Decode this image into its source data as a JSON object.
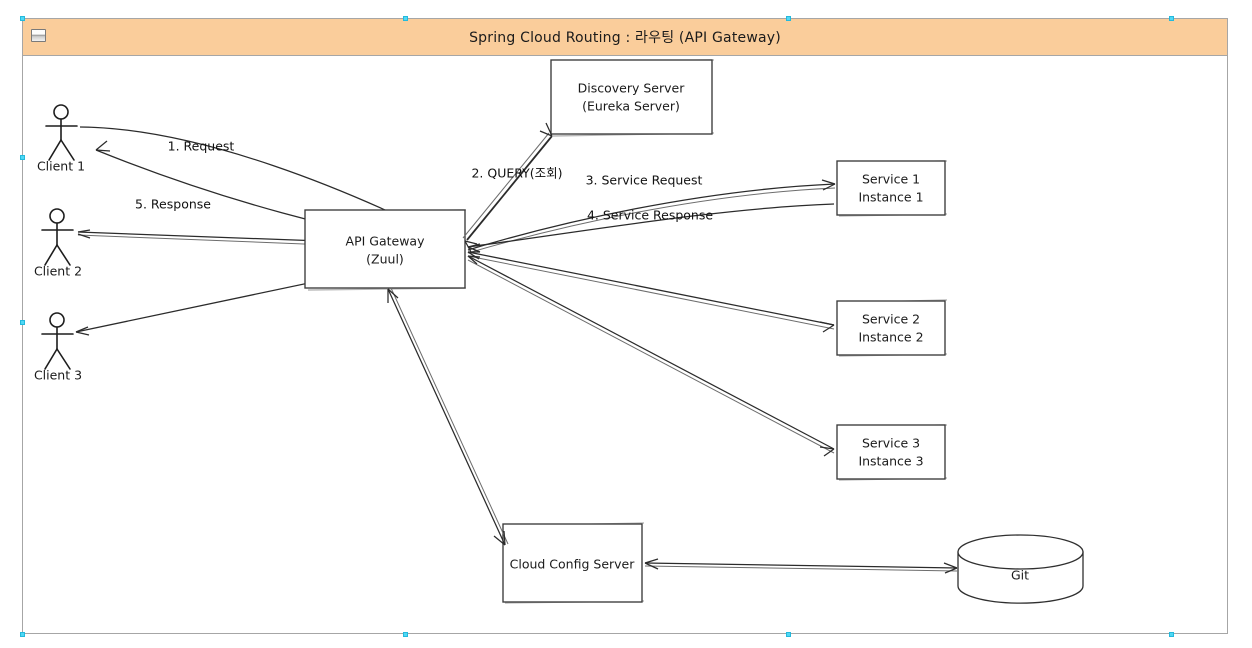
{
  "window": {
    "title": "Spring Cloud Routing : 라우팅 (API Gateway)",
    "title_bar_color": "#facd9b",
    "border_color": "#a6a6a6",
    "canvas_color": "#ffffff",
    "selection_handle_color": "#4fd8f5",
    "icon": "note-window-icon"
  },
  "diagram": {
    "actors": [
      {
        "id": "client1",
        "label": "Client 1"
      },
      {
        "id": "client2",
        "label": "Client 2"
      },
      {
        "id": "client3",
        "label": "Client 3"
      }
    ],
    "nodes": [
      {
        "id": "gateway",
        "line1": "API Gateway",
        "line2": "(Zuul)"
      },
      {
        "id": "discovery",
        "line1": "Discovery Server",
        "line2": "(Eureka Server)"
      },
      {
        "id": "service1",
        "line1": "Service 1",
        "line2": "Instance 1"
      },
      {
        "id": "service2",
        "line1": "Service 2",
        "line2": "Instance 2"
      },
      {
        "id": "service3",
        "line1": "Service 3",
        "line2": "Instance 3"
      },
      {
        "id": "config",
        "line1": "Cloud Config Server",
        "line2": ""
      },
      {
        "id": "git",
        "line1": "Git",
        "line2": "",
        "shape": "cylinder"
      }
    ],
    "edge_labels": [
      {
        "id": "e1",
        "text": "1. Request"
      },
      {
        "id": "e5",
        "text": "5. Response"
      },
      {
        "id": "e2",
        "text": "2. QUERY(조회)"
      },
      {
        "id": "e3",
        "text": "3. Service Request"
      },
      {
        "id": "e4",
        "text": "4. Service Response"
      }
    ]
  }
}
